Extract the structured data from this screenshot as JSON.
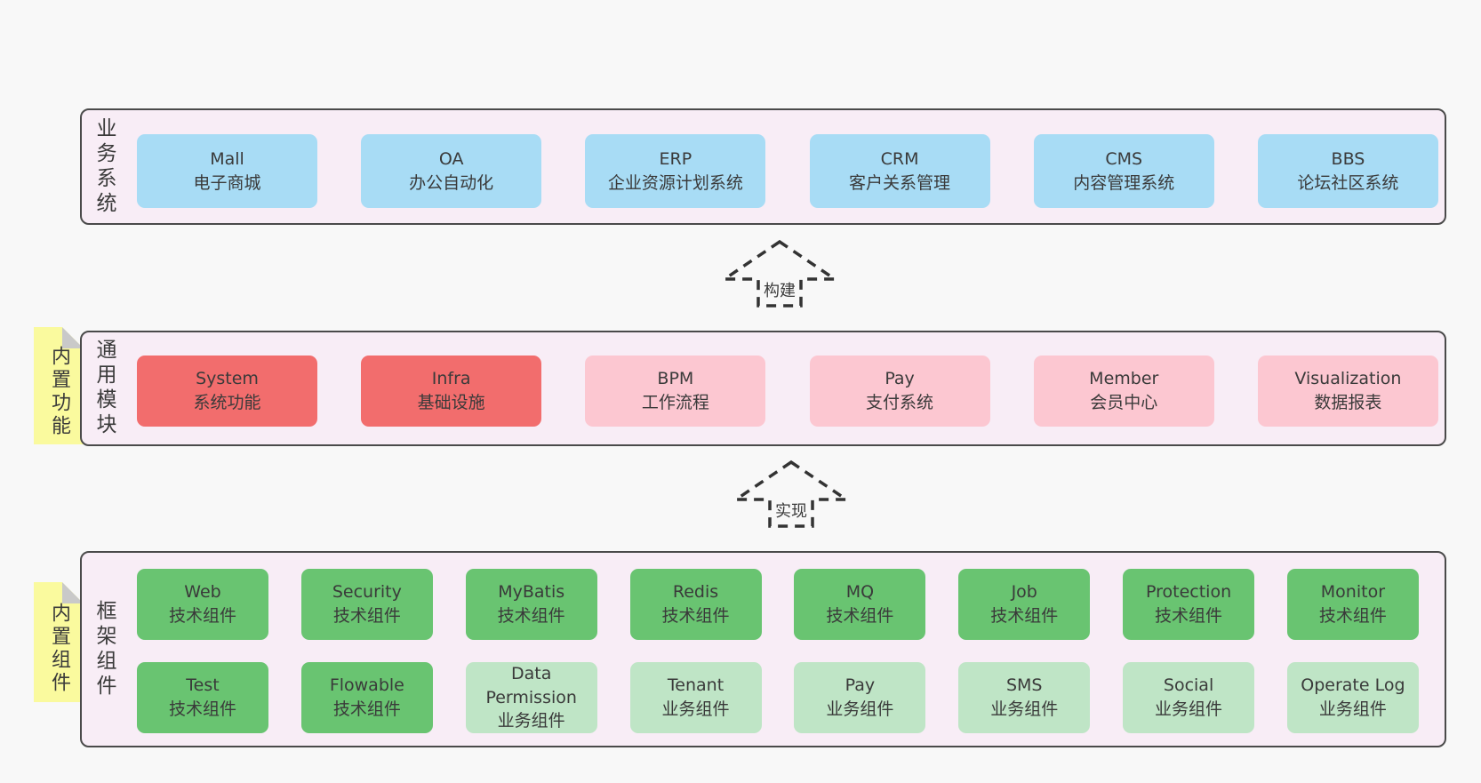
{
  "colors": {
    "page_bg": "#f8f8f8",
    "section_bg": "#f8edf6",
    "section_border": "#4a4a4a",
    "blue": "#a8dcf5",
    "red": "#f26d6d",
    "pink": "#fcc7d1",
    "green": "#69c471",
    "green_light": "#bfe5c6",
    "tab_yellow": "#fafa9e",
    "fold_gray": "#c9c9c9",
    "text": "#3a3a3a",
    "arrow": "#333333"
  },
  "sections": [
    {
      "id": "business-systems",
      "side_label": "业务系统",
      "rows": [
        [
          {
            "en": "Mall",
            "zh": "电子商城",
            "variant": "blue"
          },
          {
            "en": "OA",
            "zh": "办公自动化",
            "variant": "blue"
          },
          {
            "en": "ERP",
            "zh": "企业资源计划系统",
            "variant": "blue"
          },
          {
            "en": "CRM",
            "zh": "客户关系管理",
            "variant": "blue"
          },
          {
            "en": "CMS",
            "zh": "内容管理系统",
            "variant": "blue"
          },
          {
            "en": "BBS",
            "zh": "论坛社区系统",
            "variant": "blue"
          }
        ]
      ]
    },
    {
      "id": "common-modules",
      "side_label": "通用模块",
      "tab": "内置功能",
      "rows": [
        [
          {
            "en": "System",
            "zh": "系统功能",
            "variant": "red"
          },
          {
            "en": "Infra",
            "zh": "基础设施",
            "variant": "red"
          },
          {
            "en": "BPM",
            "zh": "工作流程",
            "variant": "pink"
          },
          {
            "en": "Pay",
            "zh": "支付系统",
            "variant": "pink"
          },
          {
            "en": "Member",
            "zh": "会员中心",
            "variant": "pink"
          },
          {
            "en": "Visualization",
            "zh": "数据报表",
            "variant": "pink"
          }
        ]
      ]
    },
    {
      "id": "framework-components",
      "side_label": "框架组件",
      "tab": "内置组件",
      "rows": [
        [
          {
            "en": "Web",
            "zh": "技术组件",
            "variant": "green"
          },
          {
            "en": "Security",
            "zh": "技术组件",
            "variant": "green"
          },
          {
            "en": "MyBatis",
            "zh": "技术组件",
            "variant": "green"
          },
          {
            "en": "Redis",
            "zh": "技术组件",
            "variant": "green"
          },
          {
            "en": "MQ",
            "zh": "技术组件",
            "variant": "green"
          },
          {
            "en": "Job",
            "zh": "技术组件",
            "variant": "green"
          },
          {
            "en": "Protection",
            "zh": "技术组件",
            "variant": "green"
          },
          {
            "en": "Monitor",
            "zh": "技术组件",
            "variant": "green"
          }
        ],
        [
          {
            "en": "Test",
            "zh": "技术组件",
            "variant": "green"
          },
          {
            "en": "Flowable",
            "zh": "技术组件",
            "variant": "green"
          },
          {
            "en": "Data Permission",
            "zh": "业务组件",
            "variant": "green-light"
          },
          {
            "en": "Tenant",
            "zh": "业务组件",
            "variant": "green-light"
          },
          {
            "en": "Pay",
            "zh": "业务组件",
            "variant": "green-light"
          },
          {
            "en": "SMS",
            "zh": "业务组件",
            "variant": "green-light"
          },
          {
            "en": "Social",
            "zh": "业务组件",
            "variant": "green-light"
          },
          {
            "en": "Operate Log",
            "zh": "业务组件",
            "variant": "green-light"
          }
        ]
      ]
    }
  ],
  "arrows": [
    {
      "label": "构建"
    },
    {
      "label": "实现"
    }
  ]
}
